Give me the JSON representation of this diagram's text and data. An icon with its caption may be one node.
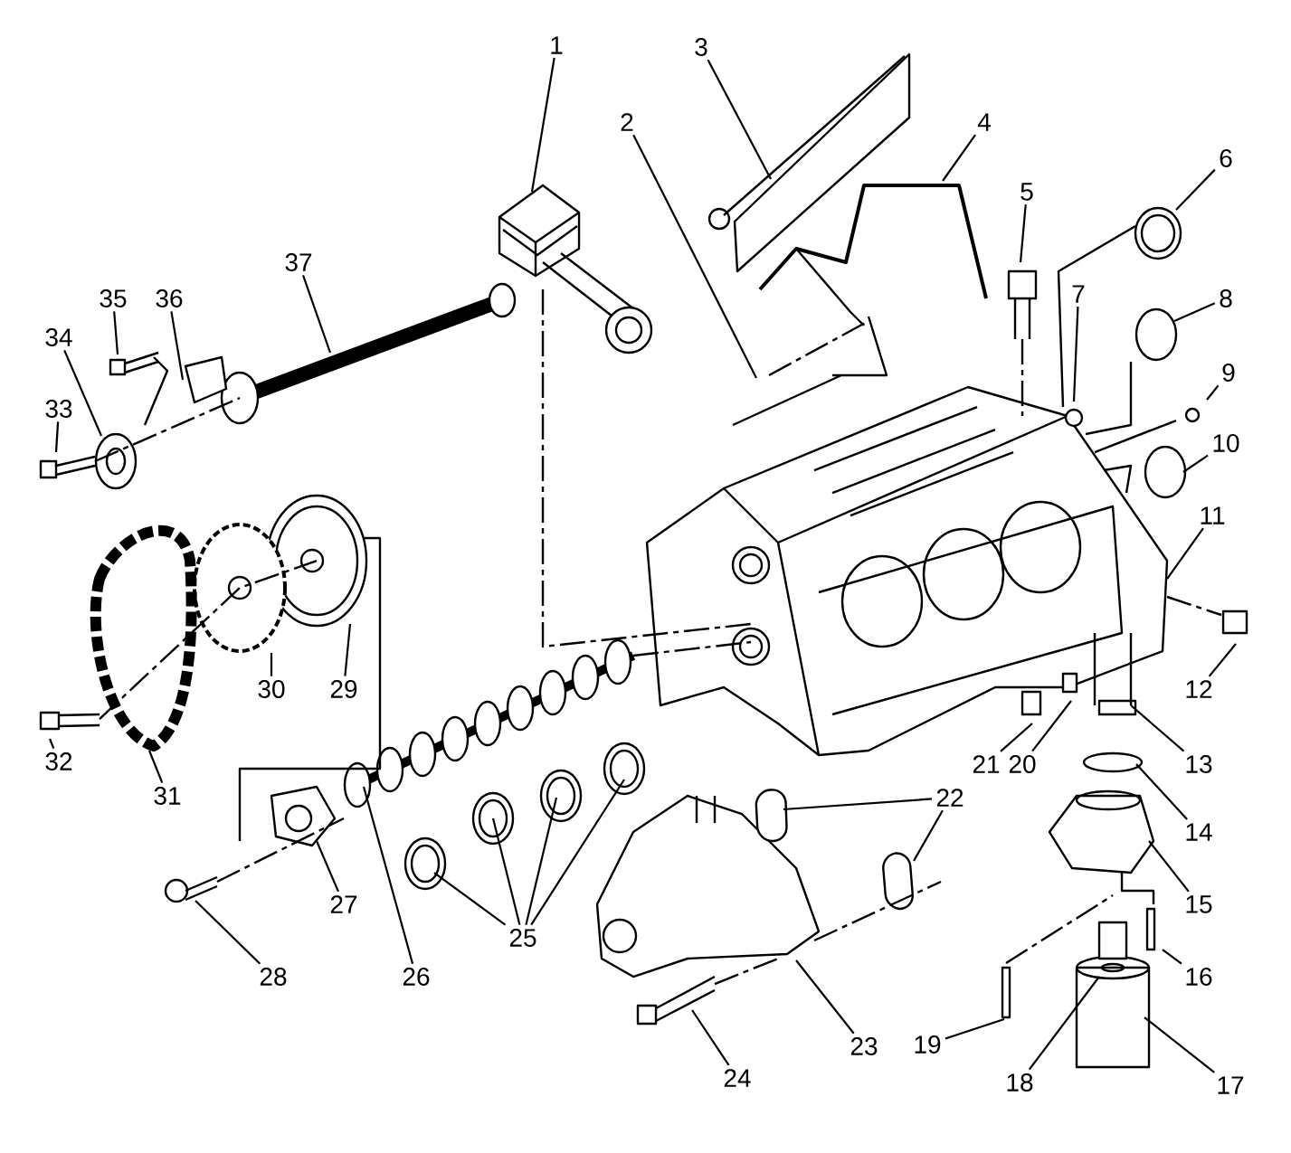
{
  "diagram": {
    "nodes": [
      {
        "text": [
          "1"
        ]
      },
      {
        "text": [
          "2"
        ]
      },
      {
        "text": [
          "3"
        ]
      },
      {
        "text": [
          "4"
        ]
      },
      {
        "text": [
          "5"
        ]
      },
      {
        "text": [
          "6"
        ]
      },
      {
        "text": [
          "7"
        ]
      },
      {
        "text": [
          "8"
        ]
      },
      {
        "text": [
          "9"
        ]
      },
      {
        "text": [
          "10"
        ]
      },
      {
        "text": [
          "11"
        ]
      },
      {
        "text": [
          "12"
        ]
      },
      {
        "text": [
          "13"
        ]
      },
      {
        "text": [
          "14"
        ]
      },
      {
        "text": [
          "15"
        ]
      },
      {
        "text": [
          "16"
        ]
      },
      {
        "text": [
          "17"
        ]
      },
      {
        "text": [
          "18"
        ]
      },
      {
        "text": [
          "19"
        ]
      },
      {
        "text": [
          "20"
        ]
      },
      {
        "text": [
          "21"
        ]
      },
      {
        "text": [
          "22"
        ]
      },
      {
        "text": [
          "23"
        ]
      },
      {
        "text": [
          "24"
        ]
      },
      {
        "text": [
          "25"
        ]
      },
      {
        "text": [
          "26"
        ]
      },
      {
        "text": [
          "27"
        ]
      },
      {
        "text": [
          "28"
        ]
      },
      {
        "text": [
          "29"
        ]
      },
      {
        "text": [
          "30"
        ]
      },
      {
        "text": [
          "31"
        ]
      },
      {
        "text": [
          "32"
        ]
      },
      {
        "text": [
          "33"
        ]
      },
      {
        "text": [
          "34"
        ]
      },
      {
        "text": [
          "35"
        ]
      },
      {
        "text": [
          "36"
        ]
      },
      {
        "text": [
          "37"
        ]
      }
    ],
    "edges": [
      {
        "from": 0,
        "to": null,
        "arrow": "none"
      },
      {
        "from": 1,
        "to": null,
        "arrow": "none"
      },
      {
        "from": 2,
        "to": null,
        "arrow": "none"
      },
      {
        "from": 3,
        "to": null,
        "arrow": "none"
      },
      {
        "from": 4,
        "to": null,
        "arrow": "none"
      },
      {
        "from": 5,
        "to": null,
        "arrow": "none"
      },
      {
        "from": 6,
        "to": null,
        "arrow": "none"
      },
      {
        "from": 7,
        "to": null,
        "arrow": "none"
      },
      {
        "from": 8,
        "to": null,
        "arrow": "none"
      },
      {
        "from": 9,
        "to": null,
        "arrow": "none"
      },
      {
        "from": 10,
        "to": null,
        "arrow": "none"
      },
      {
        "from": 11,
        "to": null,
        "arrow": "none"
      },
      {
        "from": 12,
        "to": null,
        "arrow": "none"
      },
      {
        "from": 13,
        "to": null,
        "arrow": "none"
      },
      {
        "from": 14,
        "to": null,
        "arrow": "none"
      },
      {
        "from": 15,
        "to": null,
        "arrow": "none"
      },
      {
        "from": 16,
        "to": null,
        "arrow": "none"
      },
      {
        "from": 17,
        "to": null,
        "arrow": "none"
      },
      {
        "from": 18,
        "to": null,
        "arrow": "none"
      },
      {
        "from": 19,
        "to": null,
        "arrow": "none"
      },
      {
        "from": 20,
        "to": null,
        "arrow": "none"
      },
      {
        "from": 21,
        "to": null,
        "arrow": "none"
      },
      {
        "from": 21,
        "to": null,
        "arrow": "none"
      },
      {
        "from": 22,
        "to": null,
        "arrow": "none"
      },
      {
        "from": 23,
        "to": null,
        "arrow": "none"
      },
      {
        "from": 24,
        "to": null,
        "arrow": "none"
      },
      {
        "from": 24,
        "to": null,
        "arrow": "none"
      },
      {
        "from": 24,
        "to": null,
        "arrow": "none"
      },
      {
        "from": 24,
        "to": null,
        "arrow": "none"
      },
      {
        "from": 25,
        "to": null,
        "arrow": "none"
      },
      {
        "from": 26,
        "to": null,
        "arrow": "none"
      },
      {
        "from": 27,
        "to": null,
        "arrow": "none"
      },
      {
        "from": 28,
        "to": null,
        "arrow": "none"
      },
      {
        "from": 29,
        "to": null,
        "arrow": "none"
      },
      {
        "from": 30,
        "to": null,
        "arrow": "none"
      },
      {
        "from": 31,
        "to": null,
        "arrow": "none"
      },
      {
        "from": 32,
        "to": null,
        "arrow": "none"
      },
      {
        "from": 33,
        "to": null,
        "arrow": "none"
      },
      {
        "from": 34,
        "to": null,
        "arrow": "none"
      },
      {
        "from": 35,
        "to": null,
        "arrow": "none"
      },
      {
        "from": 36,
        "to": null,
        "arrow": "none"
      }
    ]
  }
}
